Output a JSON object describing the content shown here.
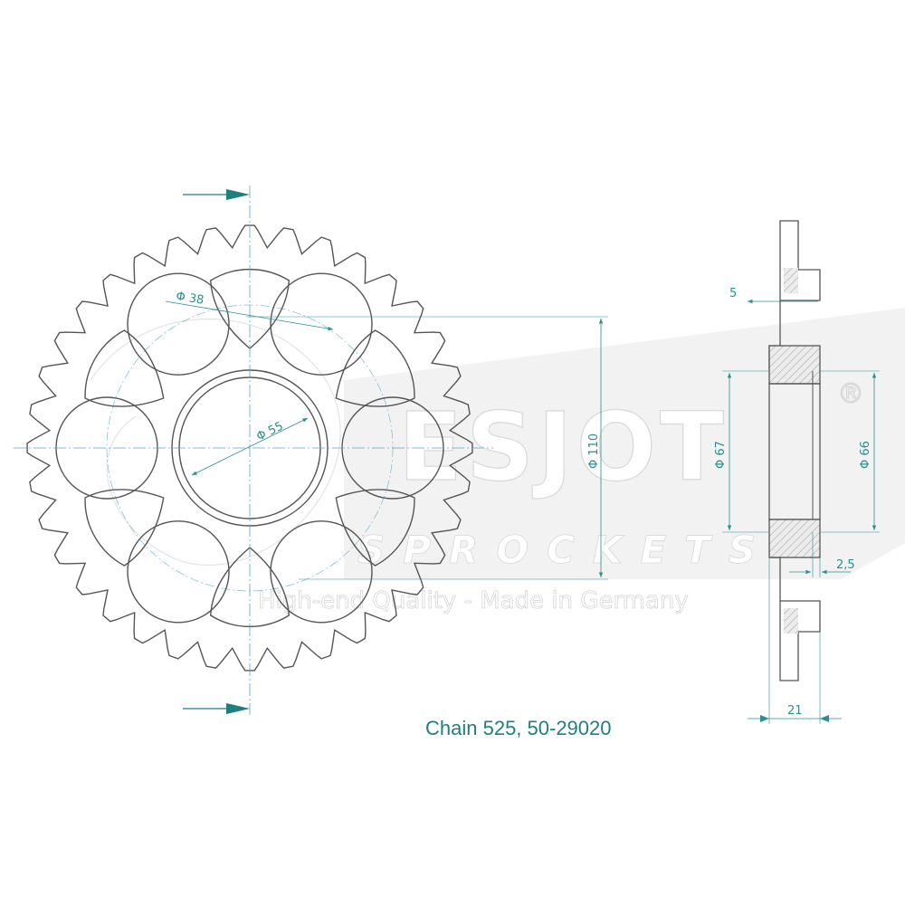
{
  "dimensions": {
    "hole_dia": "Φ 38",
    "center_bore": "Φ 55",
    "bolt_circle": "Φ 110",
    "hub_inner": "Φ 67",
    "hub_outer": "Φ 66",
    "thickness": "5",
    "offset": "2,5",
    "hub_width": "21"
  },
  "watermark": {
    "brand": "ESJOT",
    "registered": "®",
    "sub": "SPROCKETS",
    "tagline": "High-end Quality - Made in Germany"
  },
  "caption": "Chain 525, 50-29020",
  "colors": {
    "outline": "#555555",
    "dimension": "#2b8f8f",
    "centerline": "#5aa6c8",
    "hatch": "#9a9a9a",
    "caption": "#1f7f7f"
  },
  "teeth": 36
}
